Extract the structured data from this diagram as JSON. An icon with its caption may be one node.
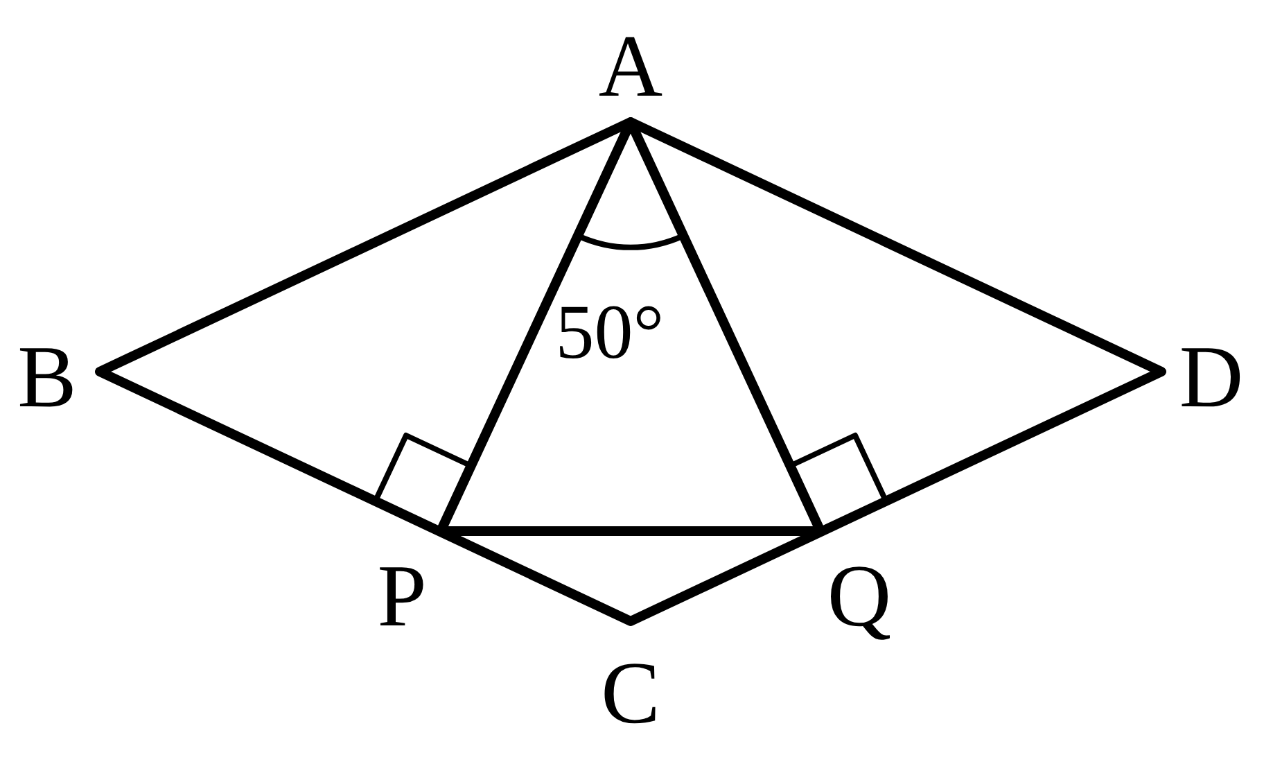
{
  "diagram": {
    "labels": [
      "A",
      "50°",
      "B",
      "D",
      "P",
      "Q",
      "C"
    ]
  }
}
